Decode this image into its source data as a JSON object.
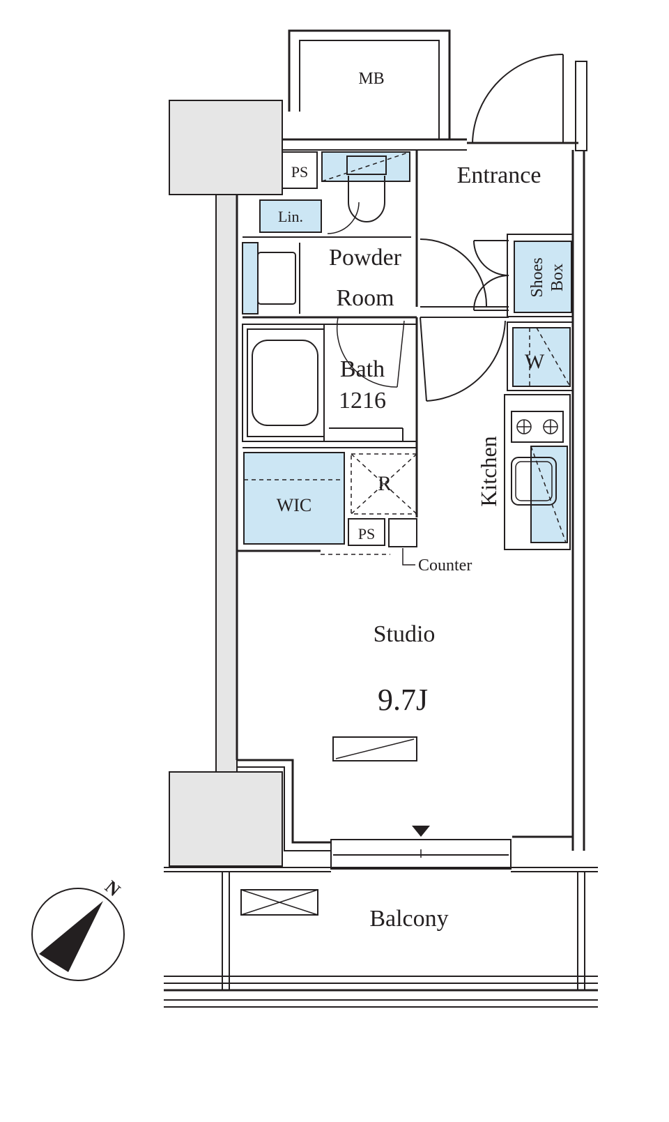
{
  "labels": {
    "mb": "MB",
    "entrance": "Entrance",
    "ps_top": "PS",
    "linen": "Lin.",
    "powder_room": "Powder",
    "powder_room_2": "Room",
    "shoes_box": "Shoes",
    "shoes_box_2": "Box",
    "bath": "Bath",
    "bath_size": "1216",
    "washer": "W",
    "kitchen": "Kitchen",
    "refrigerator": "R",
    "wic": "WIC",
    "ps_bottom": "PS",
    "counter": "Counter",
    "studio": "Studio",
    "studio_size": "9.7J",
    "balcony": "Balcony",
    "compass_north": "N"
  },
  "colors": {
    "line": "#231f20",
    "storage_fill": "#cce6f4",
    "column_fill": "#e6e6e6",
    "background": "#ffffff"
  },
  "compass": {
    "north_direction": "north-east"
  }
}
